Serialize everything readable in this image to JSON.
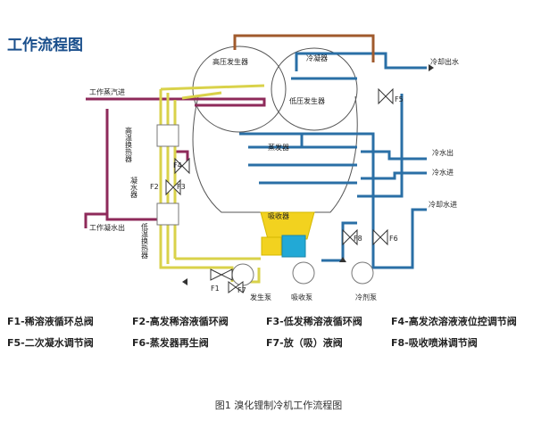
{
  "title": "工作流程图",
  "labels": {
    "high_gen": "高压发生器",
    "condenser": "冷凝器",
    "low_gen": "低压发生器",
    "cooling_out": "冷却出水",
    "steam_in": "工作蒸汽进",
    "evaporator": "蒸发器",
    "chilled_out": "冷水出",
    "chilled_in": "冷水进",
    "cooling_in": "冷却水进",
    "absorber": "吸收器",
    "condensate_out": "工作凝水出",
    "gen_pump": "发生泵",
    "abs_pump": "吸收泵",
    "ref_pump": "冷剂泵",
    "hx_high": "高温换热器",
    "hx_low": "低温换热器",
    "drain": "凝水器"
  },
  "valves": [
    "F1",
    "F2",
    "F3",
    "F4",
    "F5",
    "F6",
    "F7",
    "F8"
  ],
  "legend": [
    "F1-稀溶液循环总阀",
    "F2-高发稀溶液循环阀",
    "F3-低发稀溶液循环阀",
    "F4-高发浓溶液液位控调节阀",
    "F5-二次凝水调节阀",
    "F6-蒸发器再生阀",
    "F7-放（吸）液阀",
    "F8-吸收喷淋调节阀"
  ],
  "caption": "图1 溴化锂制冷机工作流程图",
  "colors": {
    "title": "#1a4f8c",
    "steam": "#8e2a5a",
    "cooling": "#2a6fa6",
    "solution": "#d9d24a",
    "refrigerant": "#a05a2c",
    "tank": "#f2d21f",
    "absorber_box": "#22a9d6"
  }
}
